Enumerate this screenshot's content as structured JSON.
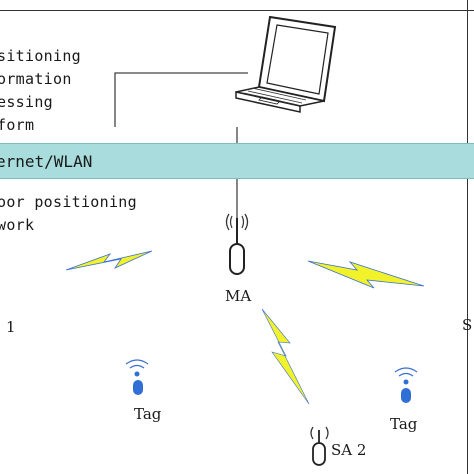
{
  "platform": {
    "lines": [
      "sitioning",
      "ormation",
      "essing",
      "form"
    ]
  },
  "network_bar": {
    "label": "ernet/WLAN"
  },
  "indoor": {
    "lines": [
      "oor positioning",
      "work"
    ]
  },
  "nodes": {
    "ma": "MA",
    "sa1": "1",
    "sa2": "SA 2",
    "sa3": "S",
    "tag_left": "Tag",
    "tag_right": "Tag"
  },
  "icons": {
    "computer": "laptop-icon",
    "anchor": "antenna-anchor-icon",
    "tag": "tag-icon",
    "link": "lightning-bolt-icon"
  },
  "colors": {
    "bar": "#a9dcdc",
    "bolt": "#f2f22a",
    "signal_blue": "#3a6fd0",
    "tag_blue": "#2f6fd6"
  }
}
